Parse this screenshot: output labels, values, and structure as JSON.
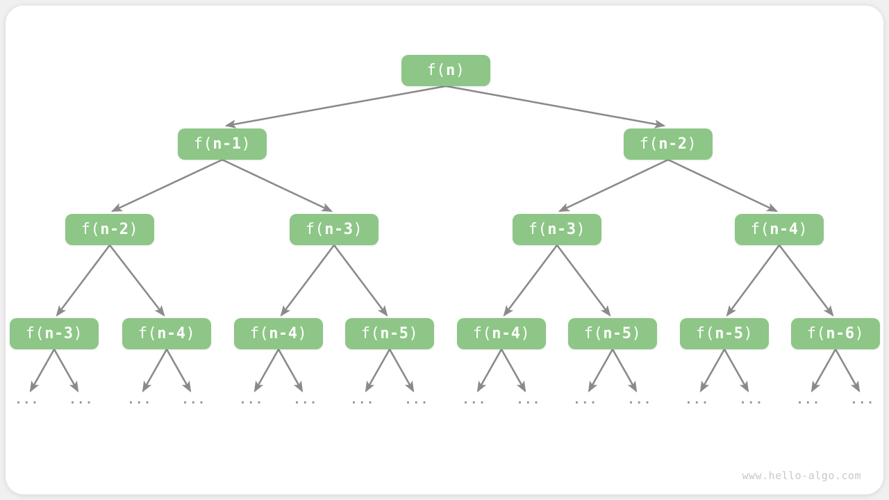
{
  "figure": {
    "title_semantic": "recursion-tree-of-fibonacci",
    "watermark": "www.hello-algo.com",
    "ellipsis": "...",
    "colors": {
      "node_fill": "#8DC686",
      "node_text": "#FFFFFF",
      "arrow": "#8A8A8A",
      "ellipsis_dots": "#949494",
      "card_background": "#FFFFFF",
      "page_background": "#F0F0F0",
      "watermark_text": "#C8C8C8"
    },
    "nodes": [
      {
        "prefix": "f(",
        "arg": "n",
        "suffix": ")",
        "level": 1
      },
      {
        "prefix": "f(",
        "arg": "n-1",
        "suffix": ")",
        "level": 2
      },
      {
        "prefix": "f(",
        "arg": "n-2",
        "suffix": ")",
        "level": 2
      },
      {
        "prefix": "f(",
        "arg": "n-2",
        "suffix": ")",
        "level": 3
      },
      {
        "prefix": "f(",
        "arg": "n-3",
        "suffix": ")",
        "level": 3
      },
      {
        "prefix": "f(",
        "arg": "n-3",
        "suffix": ")",
        "level": 3
      },
      {
        "prefix": "f(",
        "arg": "n-4",
        "suffix": ")",
        "level": 3
      },
      {
        "prefix": "f(",
        "arg": "n-3",
        "suffix": ")",
        "level": 4
      },
      {
        "prefix": "f(",
        "arg": "n-4",
        "suffix": ")",
        "level": 4
      },
      {
        "prefix": "f(",
        "arg": "n-4",
        "suffix": ")",
        "level": 4
      },
      {
        "prefix": "f(",
        "arg": "n-5",
        "suffix": ")",
        "level": 4
      },
      {
        "prefix": "f(",
        "arg": "n-4",
        "suffix": ")",
        "level": 4
      },
      {
        "prefix": "f(",
        "arg": "n-5",
        "suffix": ")",
        "level": 4
      },
      {
        "prefix": "f(",
        "arg": "n-5",
        "suffix": ")",
        "level": 4
      },
      {
        "prefix": "f(",
        "arg": "n-6",
        "suffix": ")",
        "level": 4
      }
    ]
  }
}
